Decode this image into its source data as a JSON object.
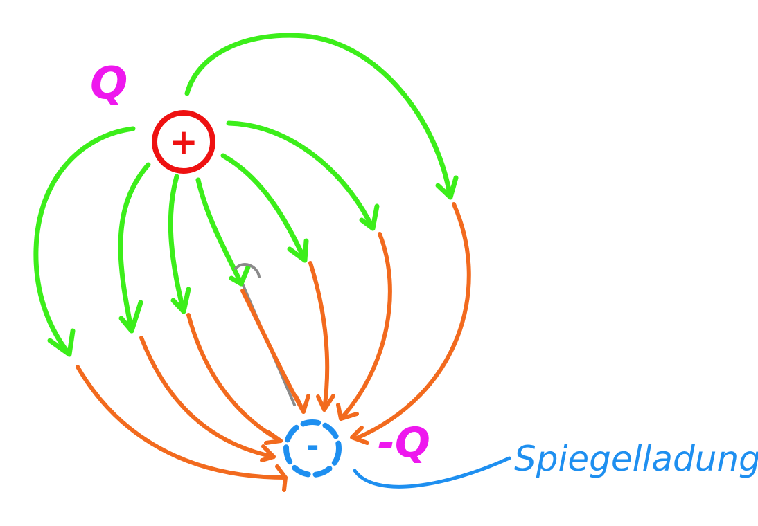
{
  "labels": {
    "positive_charge_name": "Q",
    "positive_charge_sign": "+",
    "negative_charge_name": "-Q",
    "negative_charge_sign": "-",
    "image_charge_label": "Spiegelladung"
  },
  "colors": {
    "positive_charge": "#ee1111",
    "negative_charge": "#1e8ff0",
    "charge_names": "#ee18ee",
    "field_line_upper": "#3cee1a",
    "field_line_lower": "#f26a1e",
    "image_label": "#1e8ff0",
    "connector_line": "#8a8a8a"
  }
}
